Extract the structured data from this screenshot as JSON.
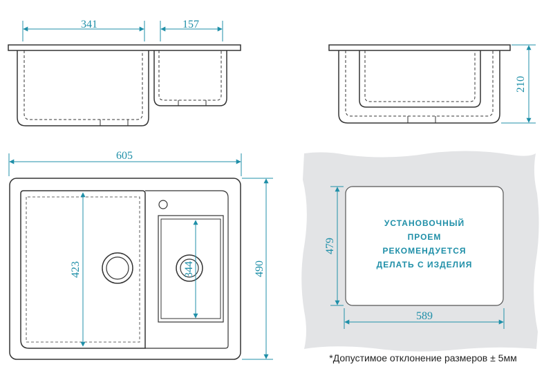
{
  "dimensions": {
    "big_bowl_width": "341",
    "small_bowl_width": "157",
    "depth": "210",
    "overall_width": "605",
    "overall_height": "490",
    "big_bowl_height": "423",
    "small_bowl_height": "344",
    "cutout_width": "589",
    "cutout_height": "479"
  },
  "cutout": {
    "lines": [
      "УСТАНОВОЧНЫЙ",
      "ПРОЕМ",
      "РЕКОМЕНДУЕТСЯ",
      "ДЕЛАТЬ С ИЗДЕЛИЯ"
    ]
  },
  "note": "*Допустимое отклонение размеров ± 5мм",
  "colors": {
    "dimension": "#1f8fa8",
    "outline": "#333333",
    "countertop": "#e3e4e6"
  }
}
